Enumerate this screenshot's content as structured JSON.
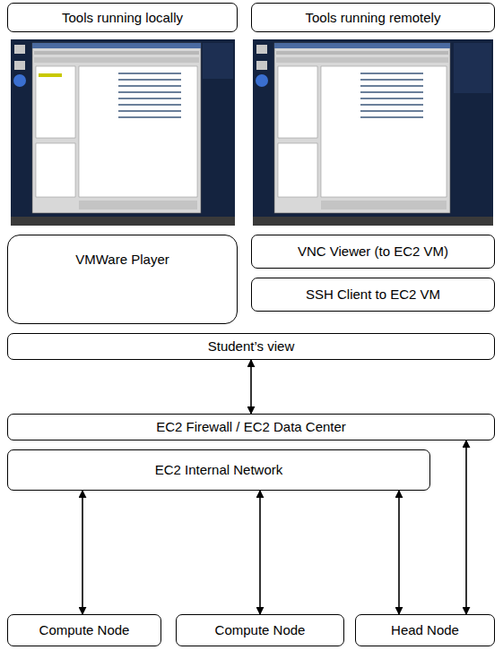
{
  "diagram": {
    "nodes": [
      {
        "text": [
          "Tools running locally"
        ]
      },
      {
        "text": [
          "Tools running remotely"
        ]
      },
      {
        "text": [
          "VMWare Player"
        ]
      },
      {
        "text": [
          "VNC Viewer (to EC2 VM)"
        ]
      },
      {
        "text": [
          "SSH Client to EC2 VM"
        ]
      },
      {
        "text": [
          "Student’s view"
        ]
      },
      {
        "text": [
          "EC2 Firewall / EC2 Data Center"
        ]
      },
      {
        "text": [
          "EC2 Internal Network"
        ]
      },
      {
        "text": [
          "Compute Node"
        ]
      },
      {
        "text": [
          "Compute Node"
        ]
      },
      {
        "text": [
          "Head Node"
        ]
      }
    ],
    "edges": [
      {
        "from": 5,
        "to": 6,
        "arrow": "both"
      },
      {
        "from": 7,
        "to": 8,
        "arrow": "both"
      },
      {
        "from": 7,
        "to": 9,
        "arrow": "both"
      },
      {
        "from": 7,
        "to": 10,
        "arrow": "both"
      },
      {
        "from": 10,
        "to": 6,
        "arrow": "both"
      }
    ]
  }
}
